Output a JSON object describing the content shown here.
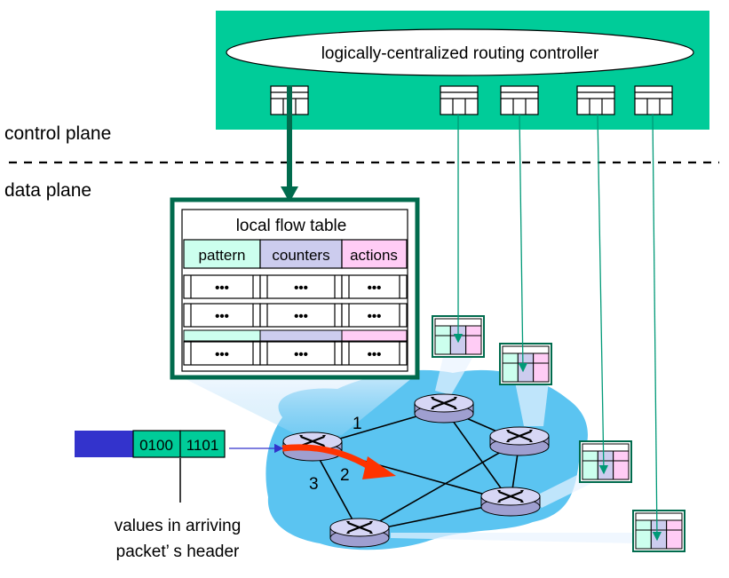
{
  "controller": {
    "label": "logically-centralized routing controller"
  },
  "planes": {
    "control": "control plane",
    "data": "data plane"
  },
  "flow_table": {
    "title": "local flow table",
    "columns": [
      "pattern",
      "counters",
      "actions"
    ],
    "cell": "•••"
  },
  "packet": {
    "bits_a": "0100",
    "bits_b": "1101",
    "caption_line1": "values in arriving",
    "caption_line2": "packet’ s header"
  },
  "ports": [
    "1",
    "2",
    "3"
  ],
  "colors": {
    "controller_fill": "#00cc99",
    "dark_green": "#006b4d",
    "network_cloud": "#5bc4f1",
    "router_fill": "#c8c8f0",
    "pattern_col": "#ccffee",
    "counters_col": "#ccccee",
    "actions_col": "#ffccf5",
    "packet_blue": "#3333cc",
    "packet_green": "#00cc99",
    "red_arrow": "#ff3300",
    "connector": "#009977"
  }
}
